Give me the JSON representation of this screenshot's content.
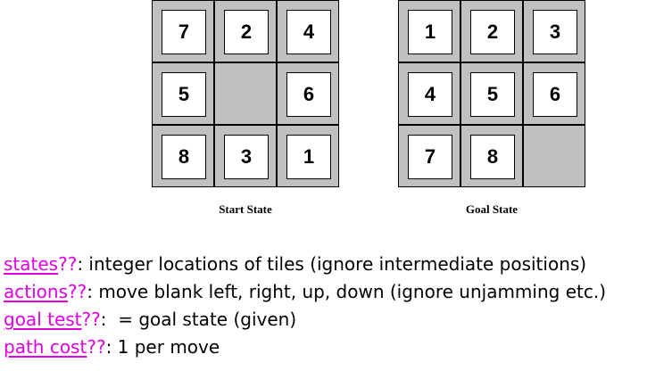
{
  "puzzles": [
    {
      "caption": "Start State",
      "tiles": [
        "7",
        "2",
        "4",
        "5",
        "",
        "6",
        "8",
        "3",
        "1"
      ]
    },
    {
      "caption": "Goal State",
      "tiles": [
        "1",
        "2",
        "3",
        "4",
        "5",
        "6",
        "7",
        "8",
        ""
      ]
    }
  ],
  "definitions": [
    {
      "term": "states",
      "suffix": "??",
      "text": ": integer locations of tiles (ignore intermediate positions)"
    },
    {
      "term": "actions",
      "suffix": "??",
      "text": ": move blank left, right, up, down (ignore unjamming etc.)"
    },
    {
      "term": "goal test",
      "suffix": "??",
      "text": ":  = goal state (given)"
    },
    {
      "term": "path cost",
      "suffix": "??",
      "text": ": 1 per move"
    }
  ],
  "colors": {
    "tile_bg": "#ffffff",
    "board_bg": "#c0c0c0",
    "term": "#e000e0"
  }
}
